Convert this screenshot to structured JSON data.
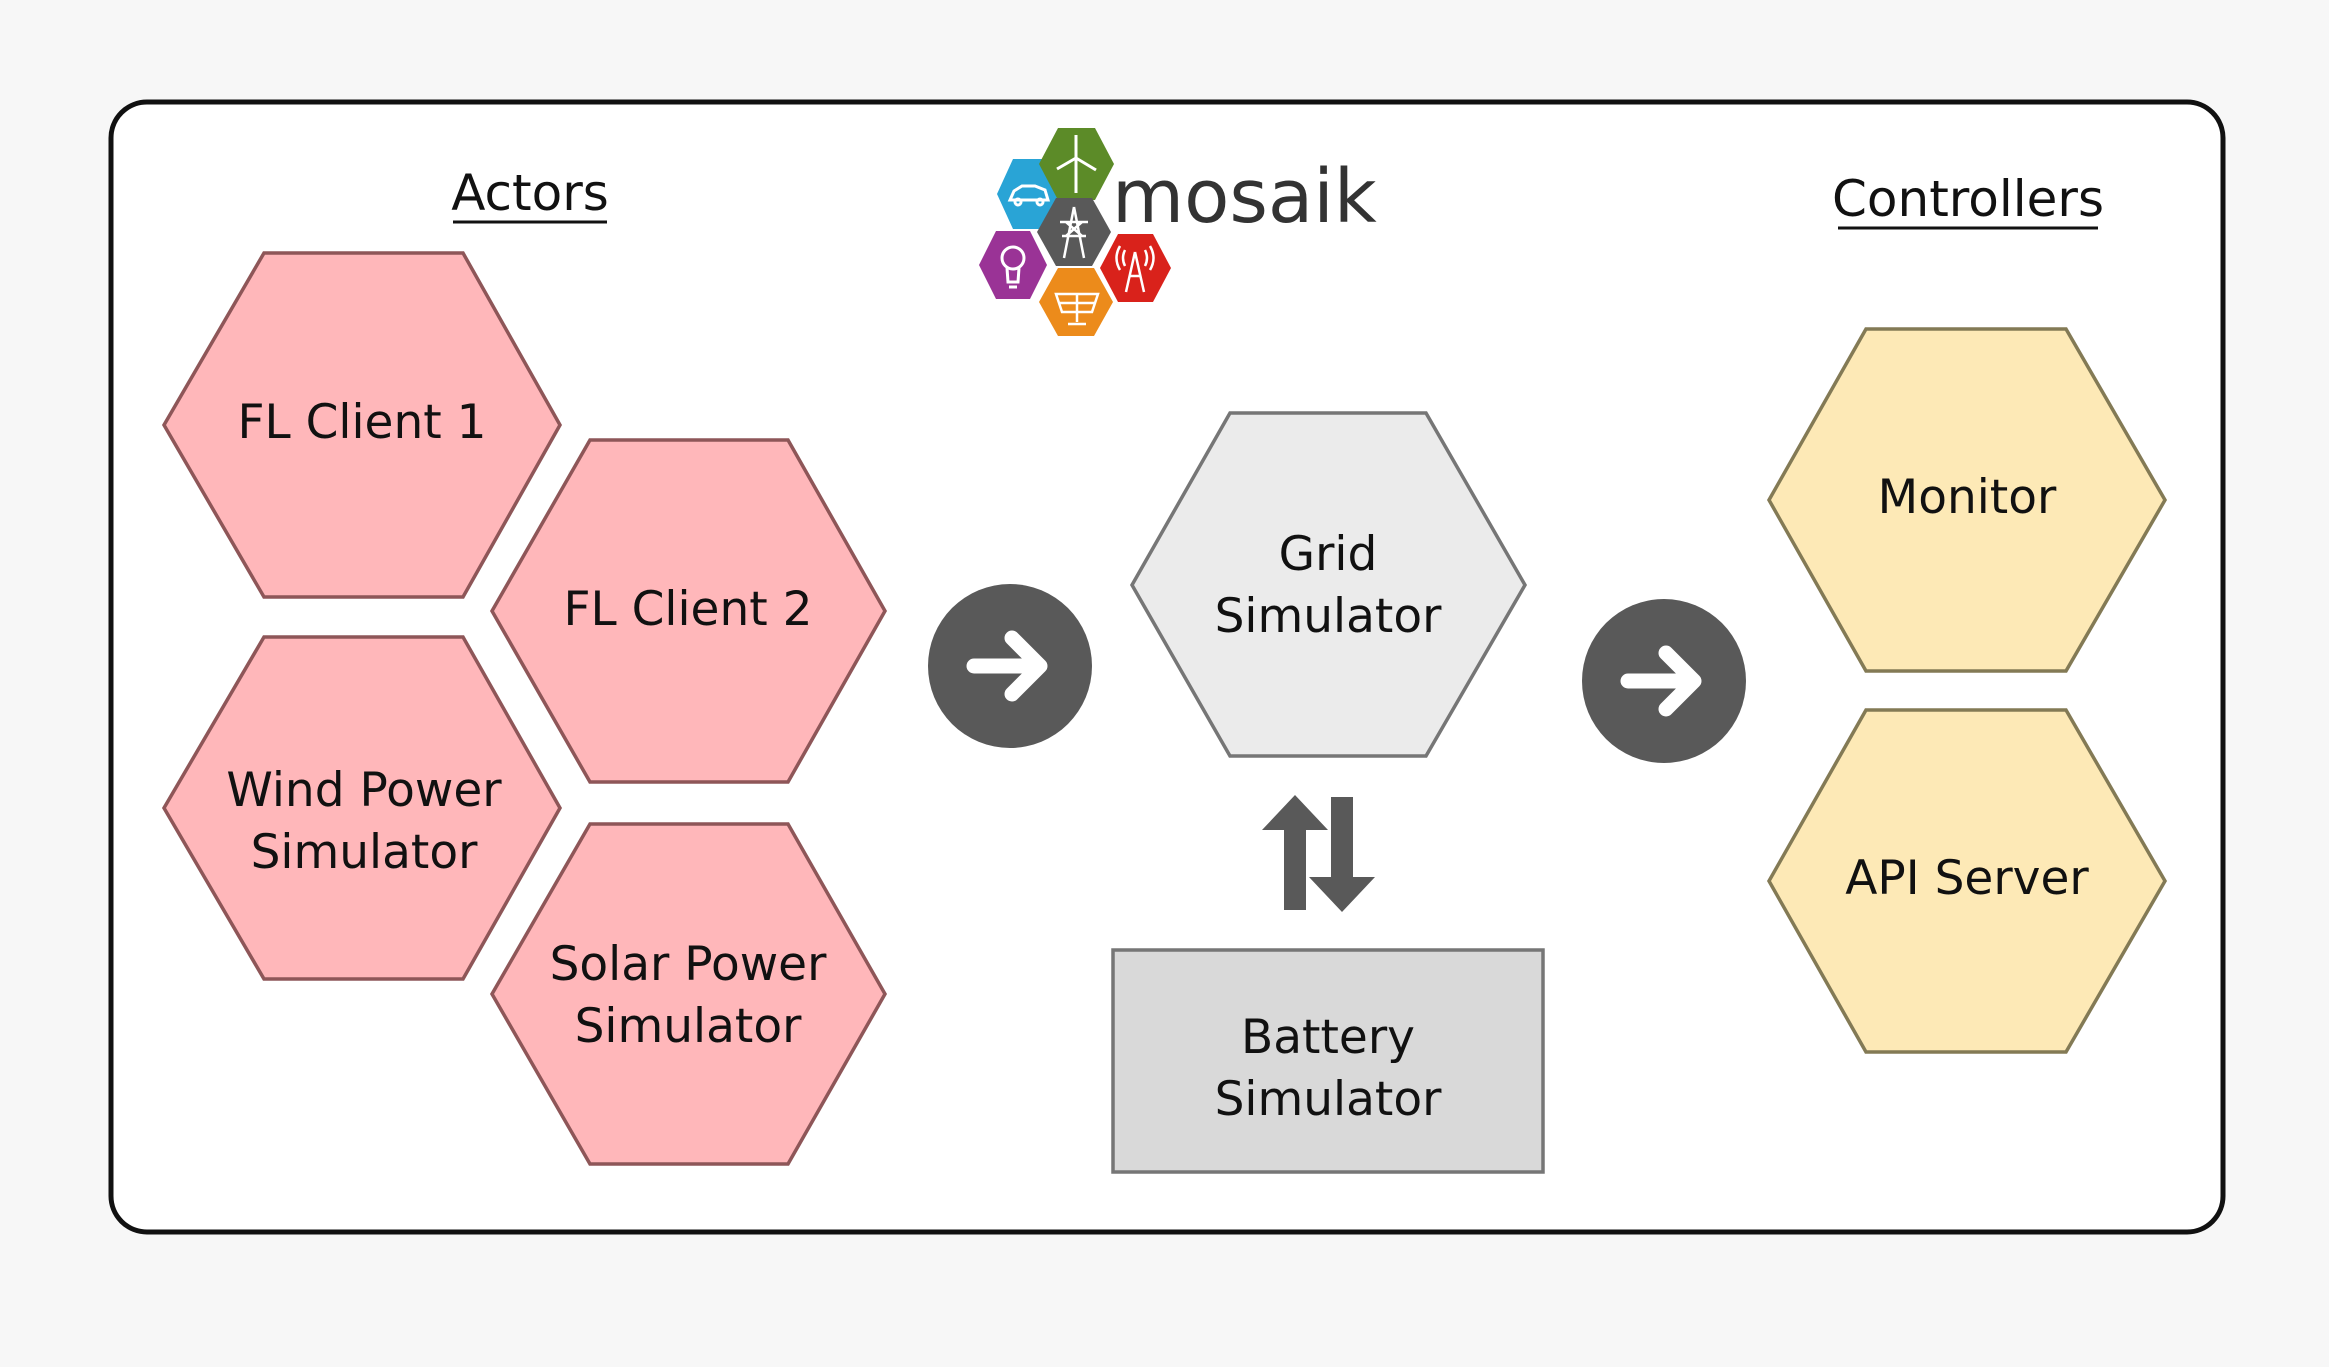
{
  "headers": {
    "actors": "Actors",
    "controllers": "Controllers"
  },
  "logo": {
    "text": "mosaik"
  },
  "actors": {
    "fl_client_1": {
      "line1": "FL Client 1"
    },
    "fl_client_2": {
      "line1": "FL Client 2"
    },
    "wind": {
      "line1": "Wind Power",
      "line2": "Simulator"
    },
    "solar": {
      "line1": "Solar Power",
      "line2": "Simulator"
    }
  },
  "center": {
    "grid": {
      "line1": "Grid",
      "line2": "Simulator"
    },
    "battery": {
      "line1": "Battery",
      "line2": "Simulator"
    }
  },
  "controllers": {
    "monitor": {
      "line1": "Monitor"
    },
    "api": {
      "line1": "API Server"
    }
  },
  "colors": {
    "actor_fill": "#ffb7ba",
    "actor_stroke": "#8e5658",
    "grid_fill": "#ebebeb",
    "battery_fill": "#d9d9d9",
    "controller_fill": "#fde9b6",
    "controller_stroke": "#837a55",
    "arrow_circle": "#595959",
    "logo_blue": "#29a4d6",
    "logo_green": "#5c8b28",
    "logo_gray": "#595959",
    "logo_purple": "#9a3396",
    "logo_red": "#d9221b",
    "logo_orange": "#ec8b1b"
  },
  "icons": [
    "arrow-right-icon",
    "swap-vertical-icon",
    "car-icon",
    "wind-turbine-icon",
    "pylon-icon",
    "lightbulb-icon",
    "radio-tower-icon",
    "solar-panel-icon"
  ]
}
